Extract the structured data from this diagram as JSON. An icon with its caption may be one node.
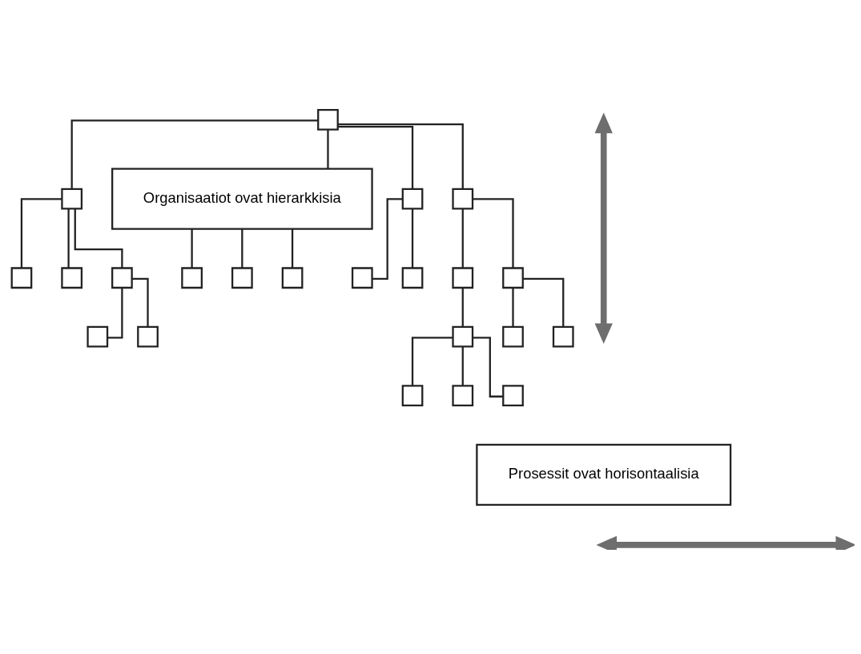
{
  "diagram": {
    "nodes": [
      {
        "text": [],
        "shape": "box"
      },
      {
        "text": [],
        "shape": "box"
      },
      {
        "text": [],
        "shape": "box"
      },
      {
        "text": [],
        "shape": "box"
      },
      {
        "text": [],
        "shape": "box"
      },
      {
        "text": [],
        "shape": "box"
      },
      {
        "text": [],
        "shape": "box"
      },
      {
        "text": [
          "Organisaatiot ovat hierarkkisia"
        ]
      },
      {
        "text": [],
        "shape": "box"
      },
      {
        "text": [],
        "shape": "box"
      },
      {
        "text": [],
        "shape": "box"
      },
      {
        "text": [],
        "shape": "box"
      },
      {
        "text": [],
        "shape": "box"
      },
      {
        "text": [],
        "shape": "box"
      },
      {
        "text": [],
        "shape": "box"
      },
      {
        "text": [],
        "shape": "box"
      },
      {
        "text": [],
        "shape": "box"
      },
      {
        "text": [],
        "shape": "box"
      },
      {
        "text": [],
        "shape": "box"
      },
      {
        "text": [],
        "shape": "box"
      },
      {
        "text": [],
        "shape": "box"
      },
      {
        "text": [],
        "shape": "box"
      },
      {
        "text": [],
        "shape": "box"
      },
      {
        "text": [
          "Prosessit ovat horisontaalisia"
        ]
      }
    ],
    "edges": [
      {
        "from": 0,
        "to": 1,
        "arrow": "none"
      },
      {
        "from": 0,
        "to": 7,
        "arrow": "none"
      },
      {
        "from": 0,
        "to": 11,
        "arrow": "none"
      },
      {
        "from": 0,
        "to": 14,
        "arrow": "none"
      },
      {
        "from": 1,
        "to": 2,
        "arrow": "none"
      },
      {
        "from": 1,
        "to": 3,
        "arrow": "none"
      },
      {
        "from": 1,
        "to": 4,
        "arrow": "none"
      },
      {
        "from": 4,
        "to": 5,
        "arrow": "none"
      },
      {
        "from": 4,
        "to": 6,
        "arrow": "none"
      },
      {
        "from": 7,
        "to": 8,
        "arrow": "none"
      },
      {
        "from": 7,
        "to": 9,
        "arrow": "none"
      },
      {
        "from": 7,
        "to": 10,
        "arrow": "none"
      },
      {
        "from": 11,
        "to": 12,
        "arrow": "none"
      },
      {
        "from": 11,
        "to": 13,
        "arrow": "none"
      },
      {
        "from": 14,
        "to": 15,
        "arrow": "none"
      },
      {
        "from": 14,
        "to": 16,
        "arrow": "none"
      },
      {
        "from": 15,
        "to": 17,
        "arrow": "none"
      },
      {
        "from": 17,
        "to": 18,
        "arrow": "none"
      },
      {
        "from": 17,
        "to": 19,
        "arrow": "none"
      },
      {
        "from": 17,
        "to": 20,
        "arrow": "none"
      },
      {
        "from": 16,
        "to": 21,
        "arrow": "none"
      },
      {
        "from": 16,
        "to": 22,
        "arrow": "none"
      }
    ]
  }
}
